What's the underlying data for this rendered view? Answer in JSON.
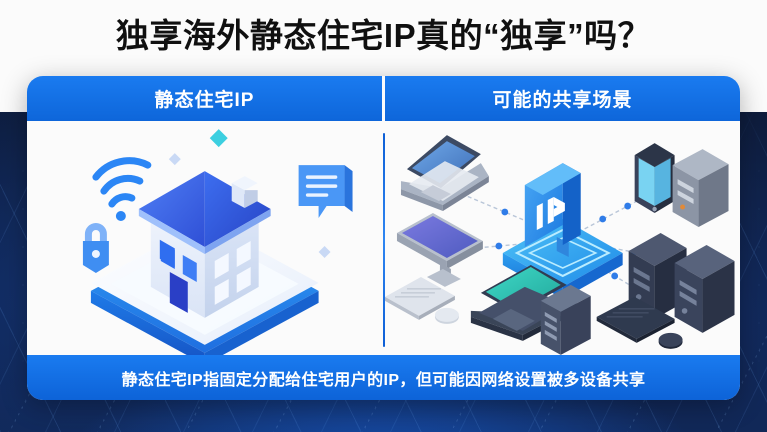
{
  "page": {
    "title": "独享海外静态住宅IP真的“独享”吗？",
    "accent_blue": "#1170e8",
    "background_dark": "#0e1c3b",
    "card_background": "#fbfbfb",
    "title_color": "#101010"
  },
  "panels": {
    "left": {
      "header": "静态住宅IP",
      "illustration_name": "isometric-house-static-residential-ip",
      "icons": [
        "wifi-icon",
        "lock-icon",
        "chat-bubble-icon",
        "sparkle-diamond-icon"
      ]
    },
    "right": {
      "header": "可能的共享场景",
      "illustration_name": "isometric-network-shared-ip",
      "center_label": "IP",
      "devices": [
        "laptop-top-left",
        "desktop-monitor-left",
        "keyboard-left",
        "mouse-left",
        "laptop-bottom-center",
        "server-tower-bottom-center",
        "smartphone-top-right",
        "server-tower-top-right",
        "server-tower-bottom-right-a",
        "server-tower-bottom-right-b",
        "keyboard-bottom-right",
        "mouse-bottom-right"
      ]
    }
  },
  "footer": {
    "caption": "静态住宅IP指固定分配给住宅用户的IP，但可能因网络设置被多设备共享"
  }
}
